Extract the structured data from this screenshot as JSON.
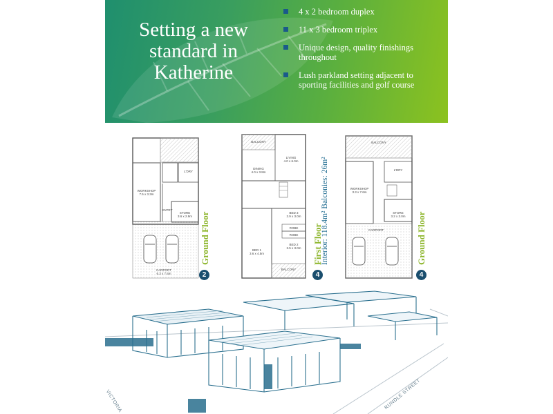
{
  "banner": {
    "headline": [
      "Setting a new",
      "standard in",
      "Katherine"
    ],
    "bullets": [
      "4 x 2 bedroom duplex",
      "11 x 3 bedroom triplex",
      "Unique design, quality finishings throughout",
      "Lush parkland setting adjacent to sporting facilities and golf course"
    ]
  },
  "plans": [
    {
      "label": "Ground Floor",
      "sub": "",
      "count": "2",
      "rooms": [
        {
          "name": "WORKSHOP",
          "size": "7.5 x 3.3m"
        },
        {
          "name": "L'DRY",
          "size": ""
        },
        {
          "name": "ENTRY",
          "size": ""
        },
        {
          "name": "STORE",
          "size": "3.6 x 2.9m"
        },
        {
          "name": "CARPORT",
          "size": "6.3 x 7.6m"
        }
      ]
    },
    {
      "label": "First Floor",
      "sub": "Interior: 118.4m²   Balconies: 26m²",
      "count": "4",
      "rooms": [
        {
          "name": "BALCONY",
          "size": ""
        },
        {
          "name": "LIVING",
          "size": "4.0 x 6.0m"
        },
        {
          "name": "DINING",
          "size": "4.0 x 3.8m"
        },
        {
          "name": "BED 3",
          "size": "2.9 x 3.0m"
        },
        {
          "name": "ROBE",
          "size": ""
        },
        {
          "name": "ROBE",
          "size": ""
        },
        {
          "name": "BED 2",
          "size": "3.5 x 3.0m"
        },
        {
          "name": "BED 1",
          "size": "3.6 x 4.5m"
        },
        {
          "name": "BALCONY",
          "size": ""
        }
      ]
    },
    {
      "label": "Ground Floor",
      "sub": "",
      "count": "4",
      "rooms": [
        {
          "name": "BALCONY",
          "size": ""
        },
        {
          "name": "L'DRY",
          "size": ""
        },
        {
          "name": "WORKSHOP",
          "size": "3.3 x 7.6m"
        },
        {
          "name": "STORE",
          "size": "3.2 x 3.0m"
        },
        {
          "name": "CARPORT",
          "size": ""
        }
      ]
    }
  ],
  "aerial": {
    "streets": [
      "VICTORIA",
      "RUNDLE STREET"
    ]
  },
  "colors": {
    "banner_start": "#1f8f6e",
    "banner_end": "#8cc21f",
    "floor_label": "#8cb52a",
    "sub_label": "#1d6a8f",
    "badge": "#1a4e6e",
    "bullet": "#1a5a8a",
    "line_art": "#2a6f8e"
  }
}
